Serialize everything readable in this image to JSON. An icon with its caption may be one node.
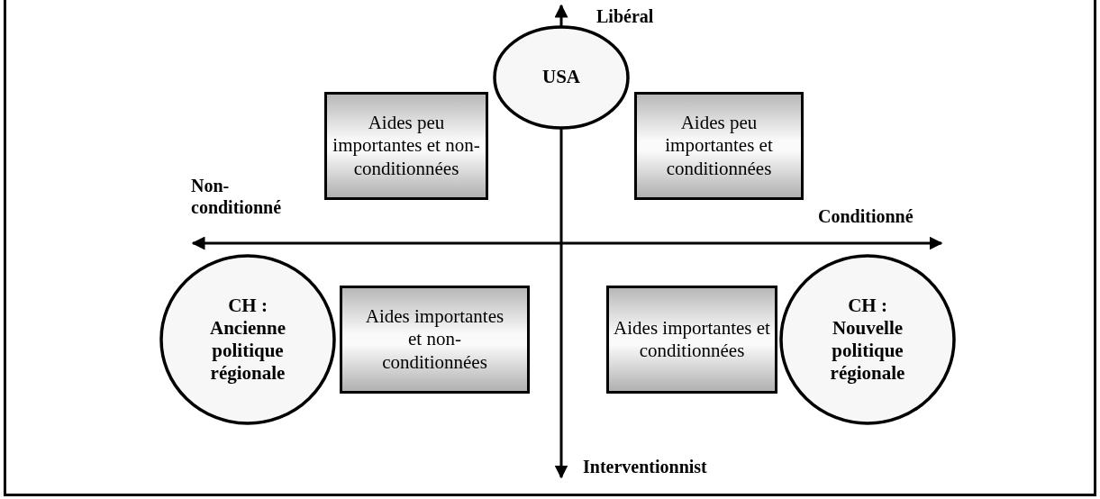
{
  "diagram": {
    "nodes": [
      {
        "text": [
          "USA"
        ]
      },
      {
        "text": [
          "Aides peu importantes et non-conditionnées"
        ]
      },
      {
        "text": [
          "Aides peu importantes et conditionnées"
        ]
      },
      {
        "text": [
          "CH : Ancienne politique régionale"
        ]
      },
      {
        "text": [
          "Aides importantes et non-conditionnées"
        ]
      },
      {
        "text": [
          "Aides importantes et conditionnées"
        ]
      },
      {
        "text": [
          "CH : Nouvelle politique régionale"
        ]
      }
    ],
    "labels": [
      "Libéral",
      "Non-conditionné",
      "Conditionné",
      "Interventionnist"
    ]
  }
}
